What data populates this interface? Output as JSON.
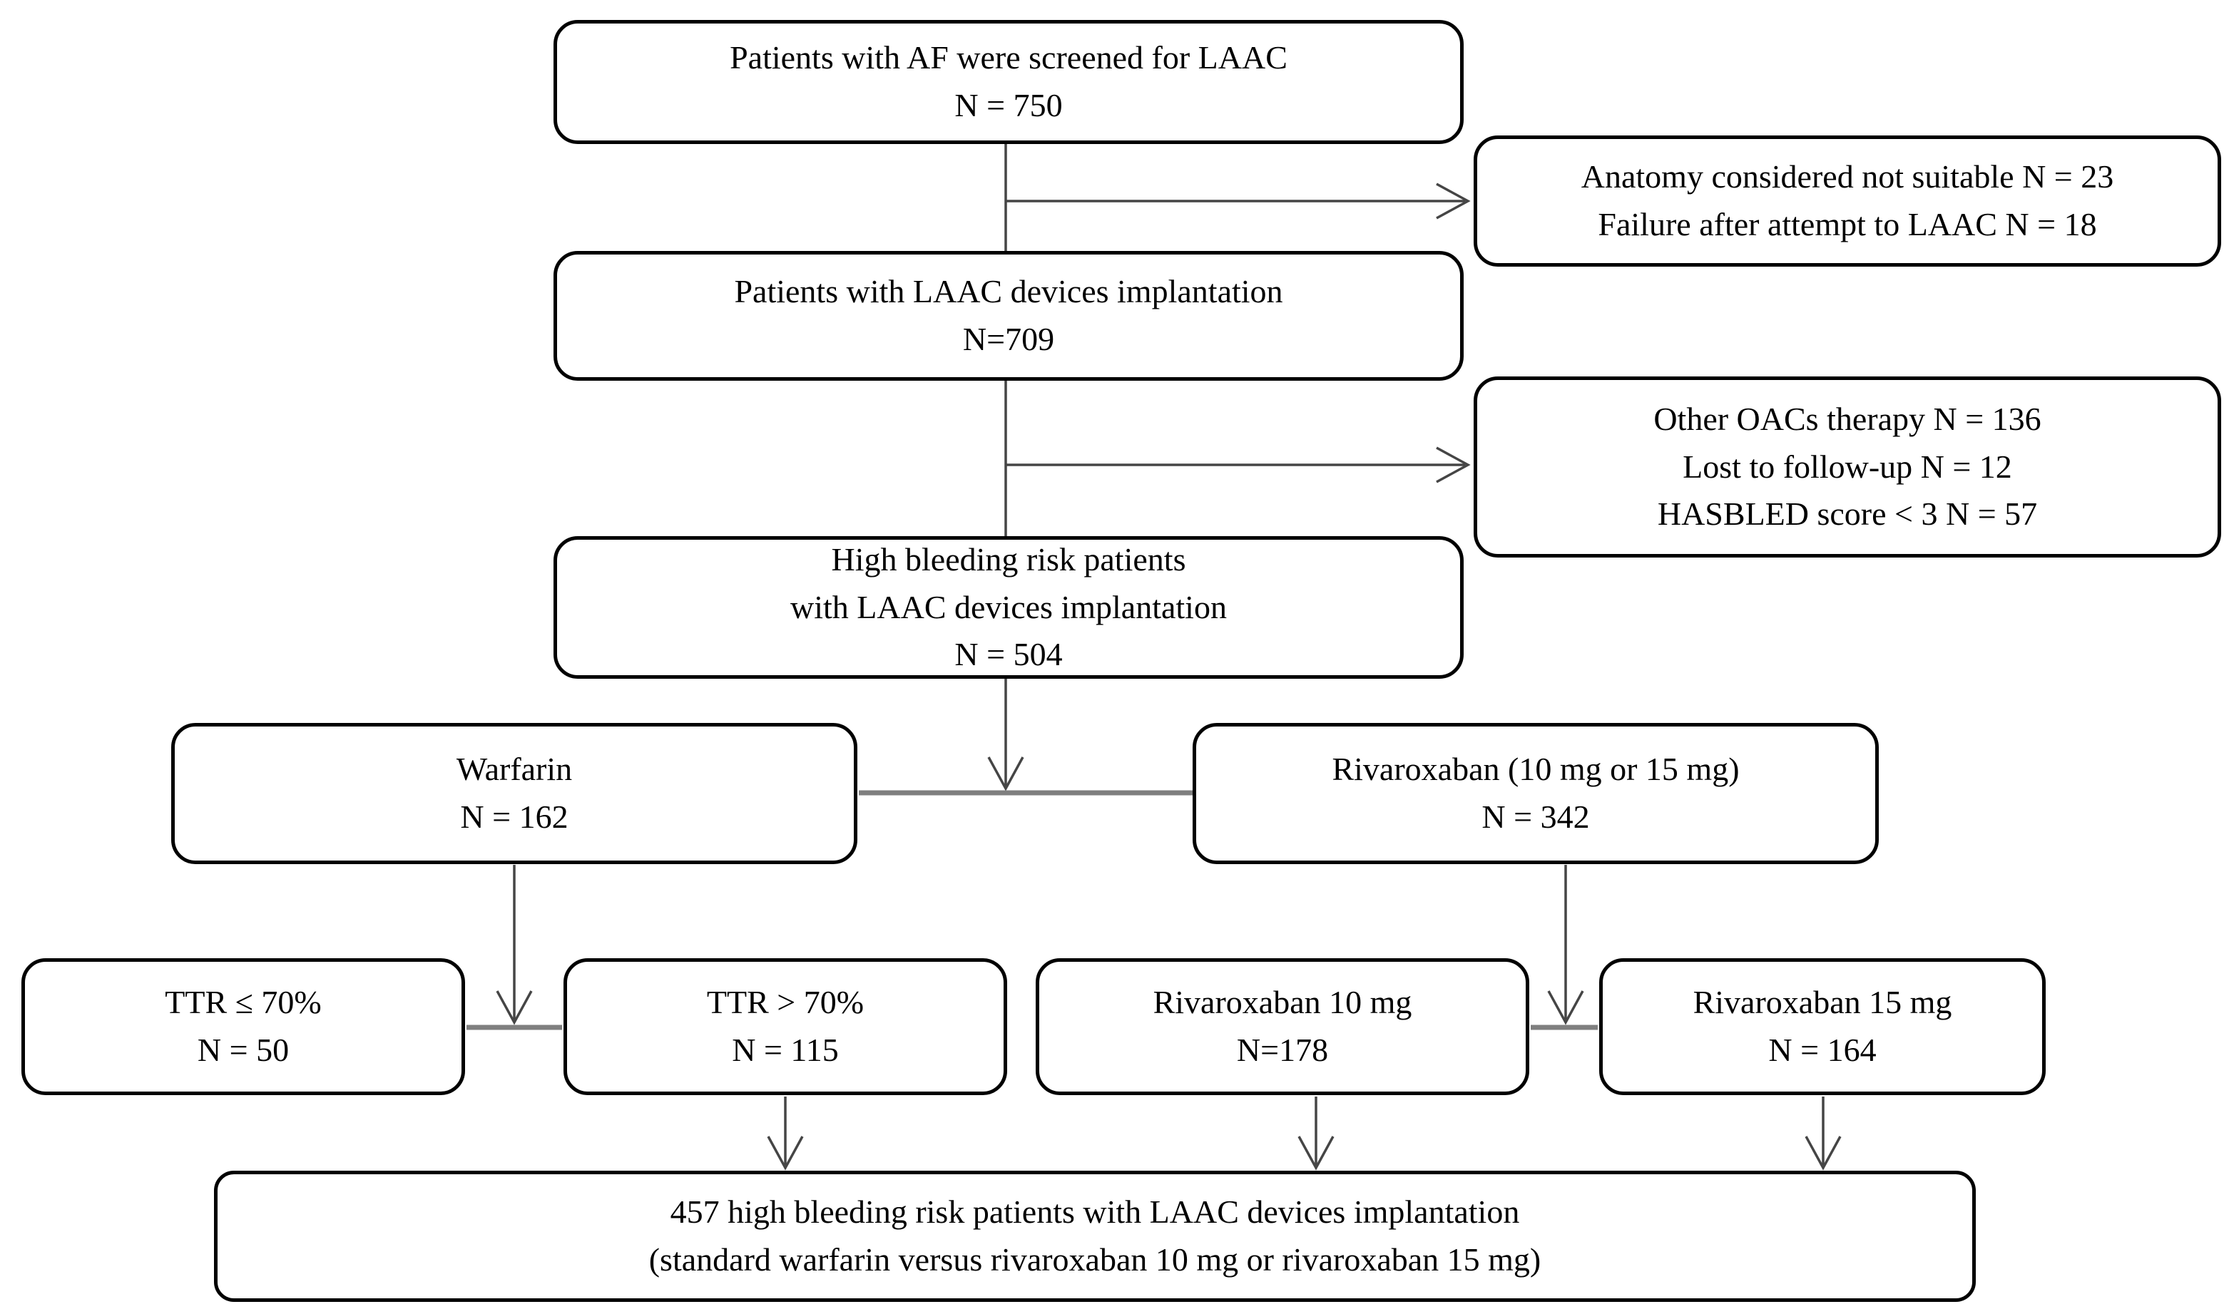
{
  "figure": {
    "type": "patient-flow-diagram",
    "colors": {
      "background": "#ffffff",
      "box_border": "#000000",
      "text": "#000000",
      "connector": "#454545",
      "connector_junction": "#7f7f7f"
    }
  },
  "boxes": {
    "screened": {
      "lines": [
        "Patients with AF were screened for LAAC",
        "N = 750"
      ]
    },
    "excluded1": {
      "lines": [
        "Anatomy considered not suitable N = 23",
        "Failure after attempt to LAAC N = 18"
      ]
    },
    "implanted": {
      "lines": [
        "Patients with LAAC devices implantation",
        "N=709"
      ]
    },
    "excluded2": {
      "lines": [
        "Other OACs therapy N = 136",
        "Lost to follow-up N = 12",
        "HASBLED score < 3 N = 57"
      ]
    },
    "high_bleeding": {
      "lines": [
        "High bleeding risk patients",
        "with LAAC devices implantation",
        "N = 504"
      ]
    },
    "warfarin": {
      "lines": [
        "Warfarin",
        "N = 162"
      ]
    },
    "rivaroxaban": {
      "lines": [
        "Rivaroxaban (10 mg or 15 mg)",
        "N = 342"
      ]
    },
    "ttr_le_70": {
      "lines": [
        "TTR ≤ 70%",
        "N = 50"
      ]
    },
    "ttr_gt_70": {
      "lines": [
        "TTR > 70%",
        "N = 115"
      ]
    },
    "riva_10": {
      "lines": [
        "Rivaroxaban 10 mg",
        "N=178"
      ]
    },
    "riva_15": {
      "lines": [
        "Rivaroxaban 15 mg",
        "N = 164"
      ]
    },
    "final": {
      "lines": [
        "457 high bleeding risk patients with LAAC devices implantation",
        "(standard warfarin versus rivaroxaban 10 mg or rivaroxaban 15 mg)"
      ]
    }
  }
}
